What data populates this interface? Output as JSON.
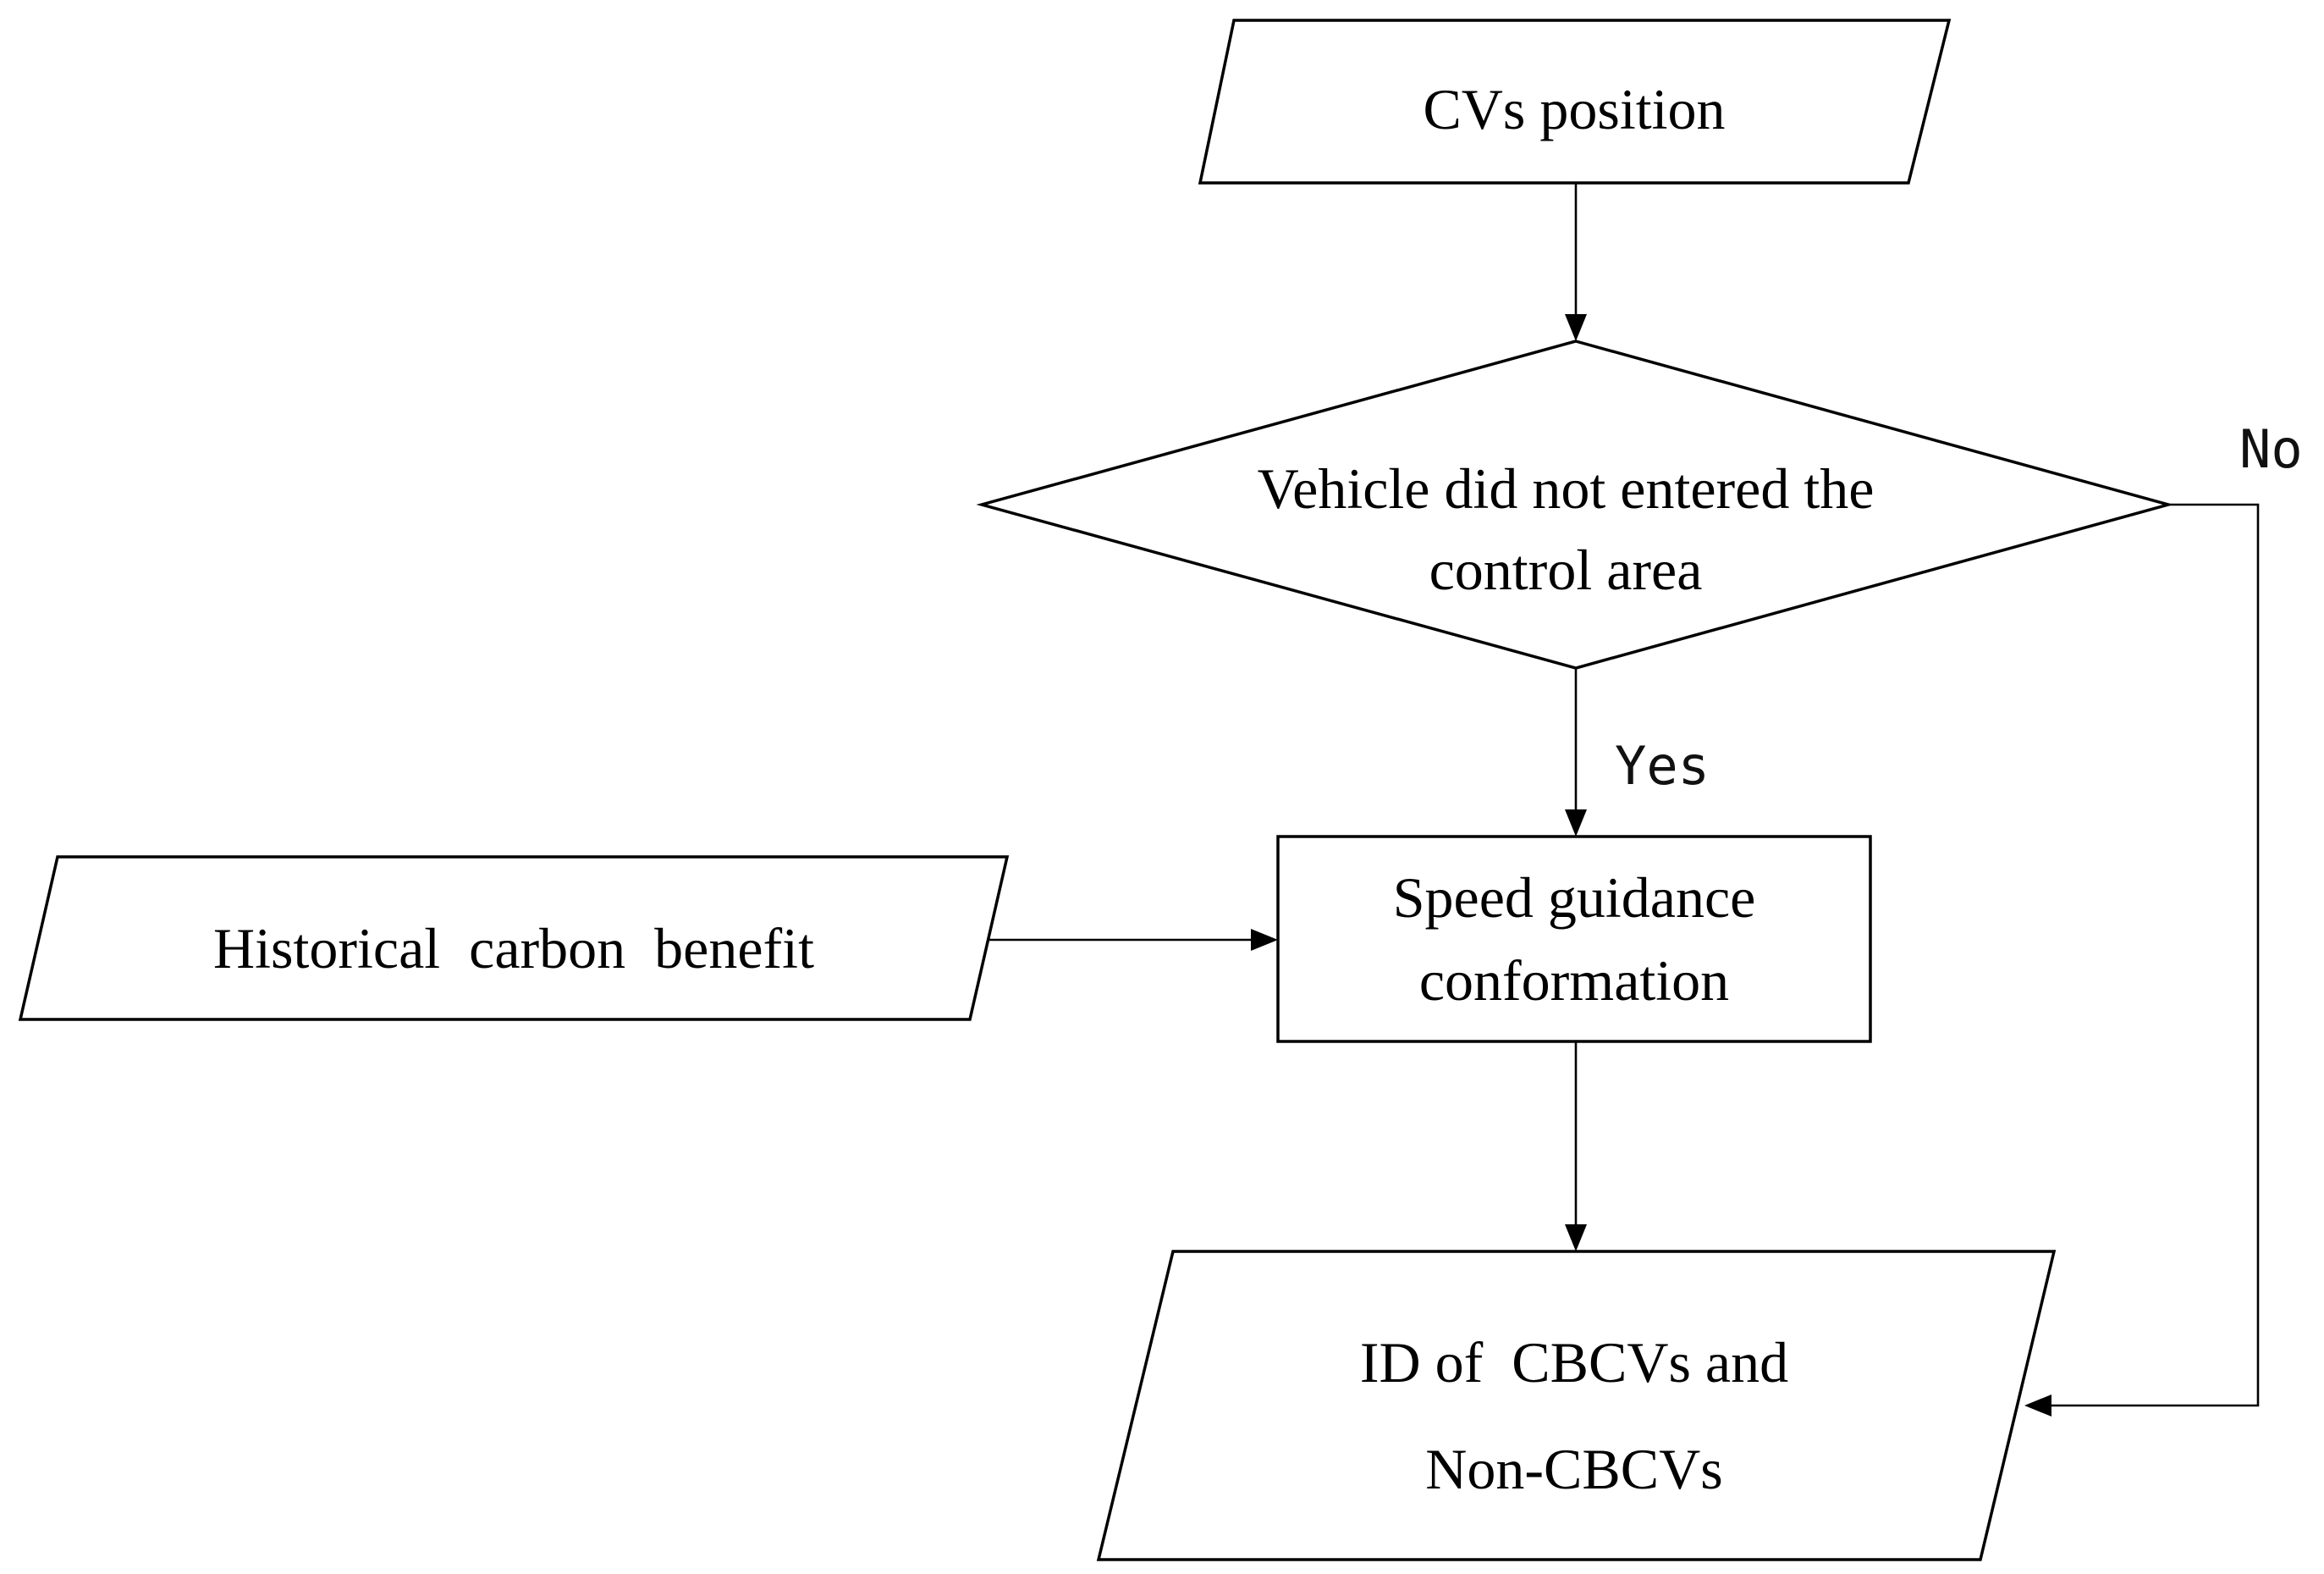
{
  "diagram": {
    "type": "flowchart",
    "nodes": {
      "cvs_position": {
        "shape": "parallelogram",
        "lines": [
          "CVs position"
        ]
      },
      "decision": {
        "shape": "diamond",
        "lines": [
          "Vehicle did not entered the",
          "control area"
        ]
      },
      "speed_guidance": {
        "shape": "rectangle",
        "lines": [
          "Speed guidance",
          "conformation"
        ]
      },
      "historical_carbon": {
        "shape": "parallelogram",
        "lines": [
          "Historical  carbon  benefit"
        ]
      },
      "id_output": {
        "shape": "parallelogram",
        "lines": [
          "ID of  CBCVs and",
          "Non-CBCVs"
        ]
      }
    },
    "edges": [
      {
        "from": "cvs_position",
        "to": "decision",
        "label": ""
      },
      {
        "from": "decision",
        "to": "speed_guidance",
        "label": "Yes"
      },
      {
        "from": "decision",
        "to": "id_output",
        "label": "No"
      },
      {
        "from": "historical_carbon",
        "to": "speed_guidance",
        "label": ""
      },
      {
        "from": "speed_guidance",
        "to": "id_output",
        "label": ""
      }
    ],
    "labels": {
      "yes": "Yes",
      "no": "No"
    }
  }
}
